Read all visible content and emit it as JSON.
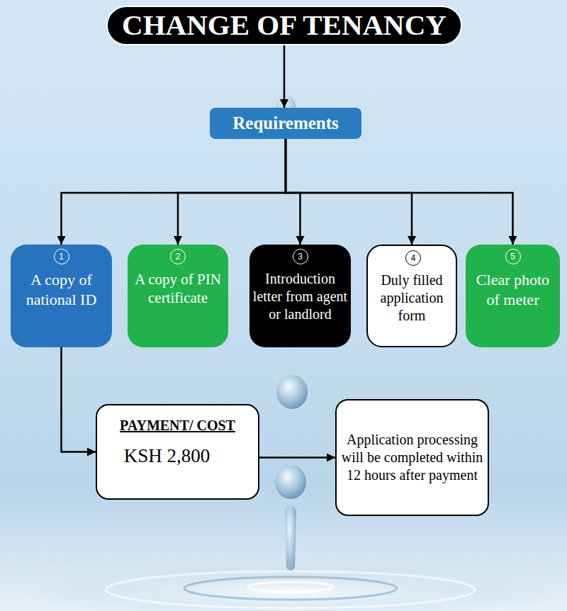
{
  "diagram": {
    "nodes": [
      {
        "text": [
          "CHANGE OF TENANCY"
        ]
      },
      {
        "text": [
          "Requirements"
        ]
      },
      {
        "text": [
          "A copy of national ID"
        ]
      },
      {
        "text": [
          "1"
        ],
        "in": 2
      },
      {
        "text": [
          "A copy of PIN certificate"
        ]
      },
      {
        "text": [
          "2"
        ],
        "in": 4
      },
      {
        "text": [
          "Introduction letter from agent or landlord"
        ]
      },
      {
        "text": [
          "3"
        ],
        "in": 6
      },
      {
        "text": [
          "Duly filled application form"
        ]
      },
      {
        "text": [
          "4"
        ],
        "in": 8
      },
      {
        "text": [
          "Clear photo of meter"
        ]
      },
      {
        "text": [
          "5"
        ],
        "in": 10
      },
      {
        "text": [
          "PAYMENT/ COST",
          "KSH 2,800"
        ]
      },
      {
        "text": [
          "Application processing will be completed within 12 hours after payment"
        ]
      }
    ],
    "edges": [
      {
        "from": 0,
        "to": 1,
        "arrow": "to"
      },
      {
        "from": 1,
        "to": 2,
        "arrow": "to"
      },
      {
        "from": 1,
        "to": 4,
        "arrow": "to"
      },
      {
        "from": 1,
        "to": 6,
        "arrow": "to"
      },
      {
        "from": 1,
        "to": 8,
        "arrow": "to"
      },
      {
        "from": 1,
        "to": 10,
        "arrow": "to"
      },
      {
        "from": 2,
        "to": 12,
        "arrow": "to"
      },
      {
        "from": 12,
        "to": 13,
        "arrow": "to"
      }
    ]
  }
}
